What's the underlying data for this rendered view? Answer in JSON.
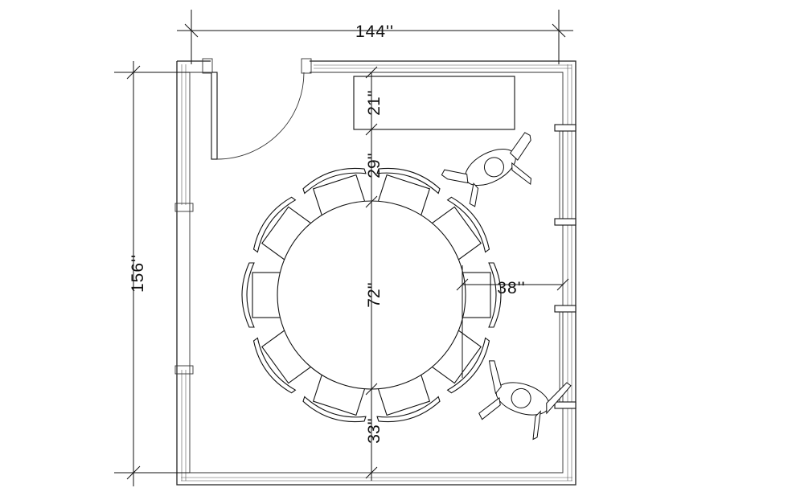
{
  "dimensions": {
    "room_width": "144''",
    "room_depth": "156''",
    "table_diameter": "72''",
    "console_depth": "21''",
    "console_to_table": "29''",
    "table_to_wall_bottom": "33''",
    "table_to_window_wall": "38''"
  },
  "furniture": {
    "round_table_chairs": 10,
    "people": 2
  }
}
